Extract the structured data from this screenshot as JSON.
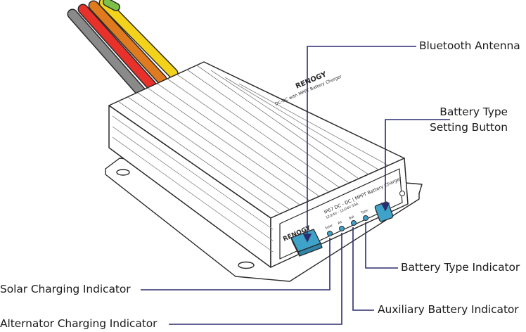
{
  "labels": {
    "bluetooth_antenna": "Bluetooth Antenna",
    "battery_type_setting_button_line1": "Battery Type",
    "battery_type_setting_button_line2": "Setting Button",
    "battery_type_indicator": "Battery Type Indicator",
    "auxiliary_battery_indicator": "Auxiliary Battery Indicator",
    "solar_charging_indicator": "Solar Charging Indicator",
    "alternator_charging_indicator": "Alternator Charging Indicator"
  },
  "device": {
    "brand_top": "RENOGY",
    "brand_front": "RENOGY",
    "top_model_text": "DC-DC with MPPT Battery Charger",
    "front_model_text": "IP67 DC - DC | MPPT Battery Charger",
    "front_spec_text": "12/24V - 12/24V 50A",
    "led_solar": "Solar",
    "led_alt": "Alt",
    "led_bat": "Bat",
    "led_type": "Type"
  },
  "colors": {
    "leader_line": "#2b2d6e",
    "outline": "#2a2a2a",
    "button_fill": "#3fa3c9",
    "wire_gray": "#8a8a8a",
    "wire_red": "#e8312a",
    "wire_orange": "#e07a1e",
    "wire_yellow": "#f2d21b",
    "wire_green": "#7cc04a"
  }
}
